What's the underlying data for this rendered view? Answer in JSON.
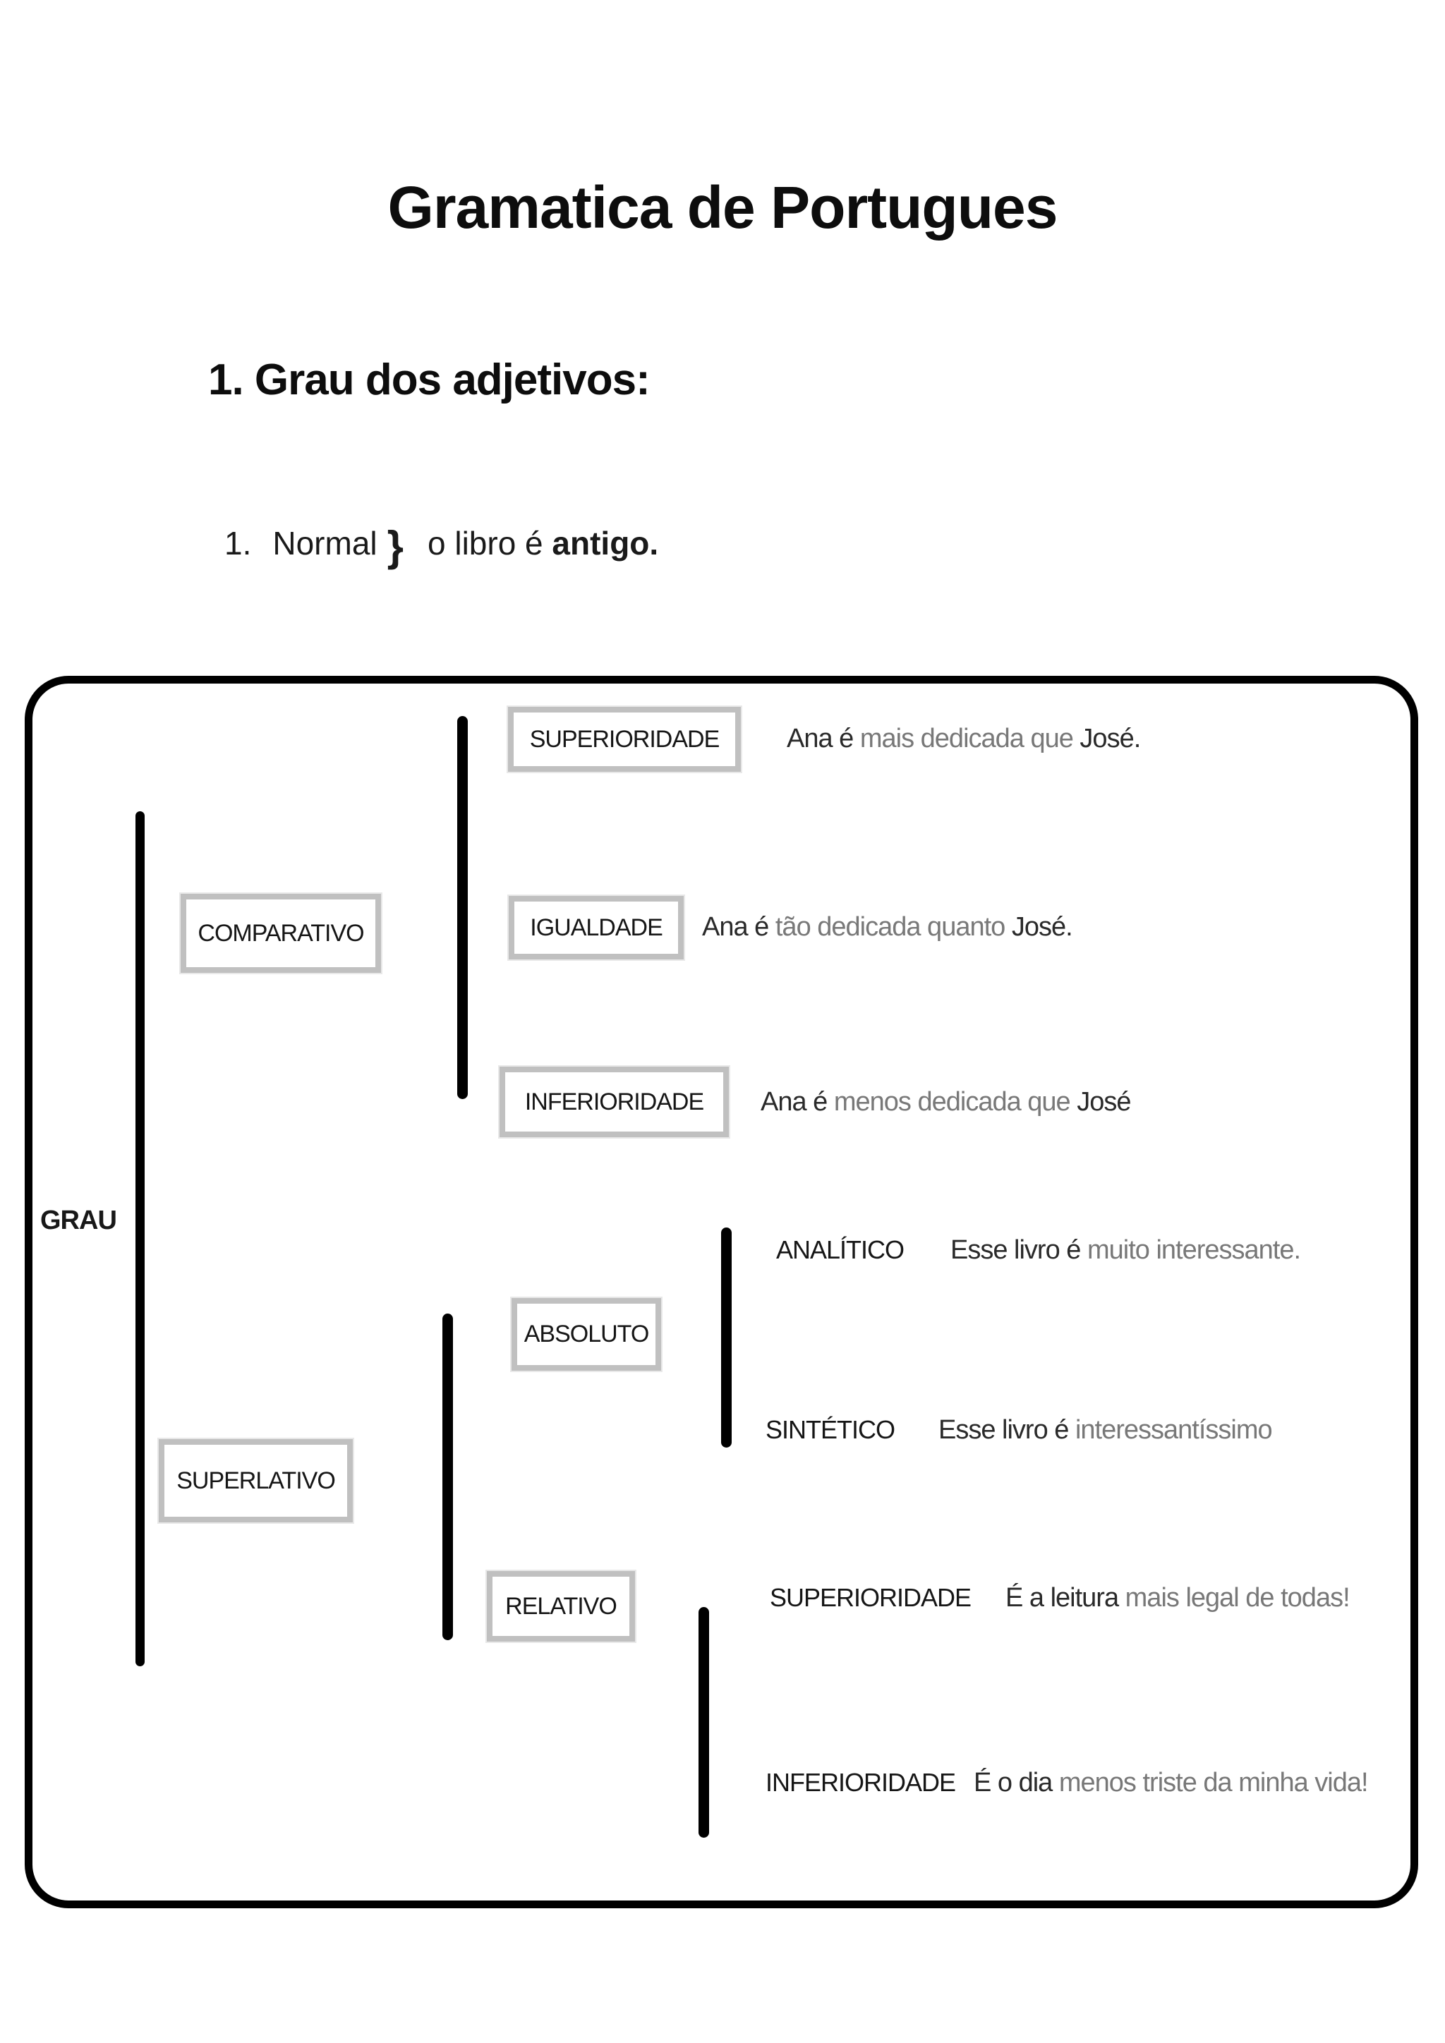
{
  "page": {
    "title": "Gramatica de Portugues",
    "heading": "1. Grau dos adjetivos:",
    "list": {
      "number": "1.",
      "word": "Normal",
      "brace": "}",
      "rest": "o libro é",
      "bold": "antigo."
    }
  },
  "diagram": {
    "root_label": "GRAU",
    "comparativo": {
      "label": "COMPARATIVO",
      "superioridade": {
        "label": "SUPERIORIDADE",
        "pre": "Ana é ",
        "gray": "mais dedicada que",
        "post": " José."
      },
      "igualdade": {
        "label": "IGUALDADE",
        "pre": "Ana é ",
        "gray": "tão dedicada quanto",
        "post": " José."
      },
      "inferioridade": {
        "label": "INFERIORIDADE",
        "pre": "Ana é ",
        "gray": "menos dedicada que",
        "post": " José"
      }
    },
    "superlativo": {
      "label": "SUPERLATIVO",
      "absoluto": {
        "label": "ABSOLUTO",
        "analitico": {
          "label": "ANALÍTICO",
          "pre": "Esse livro é ",
          "gray": "muito interessante."
        },
        "sintetico": {
          "label": "SINTÉTICO",
          "pre": "Esse livro é ",
          "gray": "interessantíssimo"
        }
      },
      "relativo": {
        "label": "RELATIVO",
        "superioridade": {
          "label": "SUPERIORIDADE",
          "pre": "É a leitura ",
          "gray": "mais legal de todas!"
        },
        "inferioridade": {
          "label": "INFERIORIDADE",
          "pre": "É o dia ",
          "gray": "menos triste da minha vida!"
        }
      }
    }
  },
  "colors": {
    "text_black": "#161616",
    "example_gray": "#787878",
    "box_border_gray": "#c0c0c0",
    "frame_black": "#000000"
  }
}
